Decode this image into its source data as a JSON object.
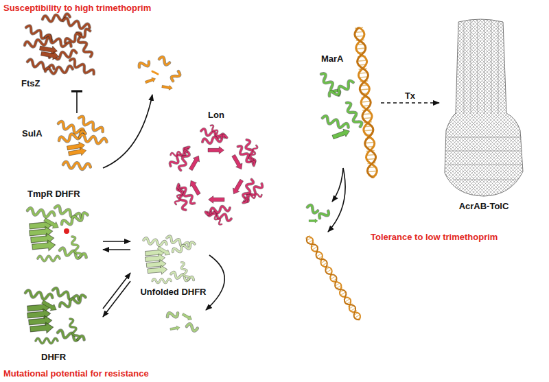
{
  "diagram": {
    "nodes": [
      {
        "text": [
          "FtsZ"
        ]
      },
      {
        "text": [
          "SulA"
        ]
      },
      {
        "text": [
          "MarA"
        ]
      },
      {
        "text": [
          "AcrAB-TolC"
        ]
      },
      {
        "text": [
          "Lon"
        ]
      },
      {
        "text": [
          "TmpR DHFR"
        ]
      },
      {
        "text": [
          "Unfolded DHFR"
        ]
      },
      {
        "text": [
          "DHFR"
        ]
      }
    ],
    "edges": [
      {
        "from": 1,
        "to": 0,
        "arrow": "to"
      },
      {
        "from": 2,
        "to": 3,
        "label": "Tx",
        "arrow": "to"
      },
      {
        "from": 5,
        "to": 6,
        "arrow": "to"
      },
      {
        "from": 6,
        "to": 5,
        "arrow": "to"
      },
      {
        "from": 7,
        "to": 6,
        "arrow": "to"
      },
      {
        "from": 6,
        "to": 7,
        "arrow": "to"
      }
    ],
    "labels": [
      "Susceptibility to high trimethoprim",
      "Tolerance to low trimethoprim",
      "Mutational potential for resistance"
    ]
  }
}
